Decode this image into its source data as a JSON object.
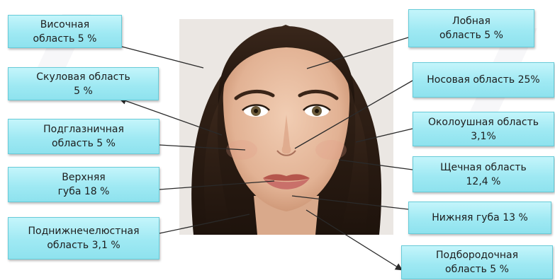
{
  "labels": {
    "temporal": "Височная\nобласть 5 %",
    "zygomatic": "Скуловая область\n5 %",
    "infraorbital": "Подглазничная\nобласть 5 %",
    "upper_lip": "Верхняя\nгуба 18 %",
    "submandibular": "Поднижнечелюстная\nобласть 3,1 %",
    "frontal": "Лобная\nобласть 5 %",
    "nasal": "Носовая область 25%",
    "parotid": "Околоушная область\n3,1%",
    "buccal": "Щечная область\n12,4 %",
    "lower_lip": "Нижняя губа 13 %",
    "chin": "Подбородочная\nобласть 5 %"
  },
  "colors": {
    "label_fill": "#9fe9f3",
    "label_border": "#67cbd8",
    "line": "#2a2a2a",
    "skin": "#e8bfa3",
    "hair": "#2c1d14"
  }
}
